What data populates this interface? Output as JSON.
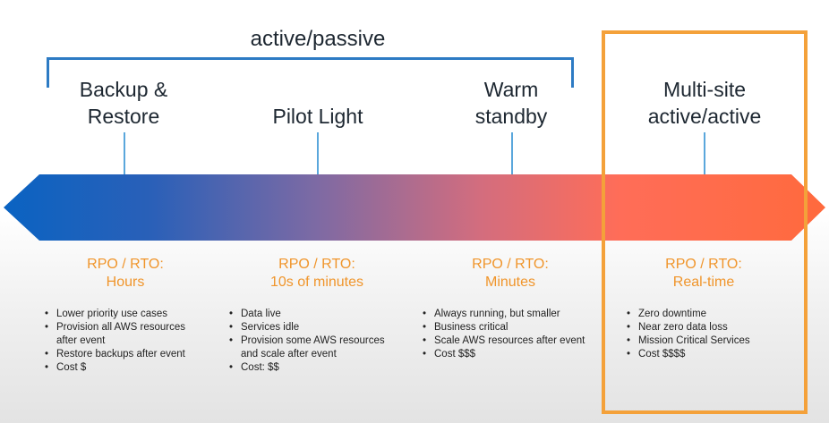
{
  "group_label": "active/passive",
  "strategies": [
    {
      "name_line1": "Backup &",
      "name_line2": "Restore",
      "rpo_label": "RPO / RTO:",
      "rpo_value": "Hours",
      "bullets": [
        "Lower priority use cases",
        "Provision all AWS resources",
        "after event",
        "Restore backups after event",
        "Cost $"
      ],
      "bullet_types": [
        1,
        1,
        0,
        1,
        1
      ]
    },
    {
      "name_line1": "Pilot Light",
      "name_line2": "",
      "rpo_label": "RPO / RTO:",
      "rpo_value": "10s of minutes",
      "bullets": [
        "Data live",
        "Services idle",
        "Provision some AWS resources",
        "and scale after event",
        "Cost: $$"
      ],
      "bullet_types": [
        1,
        1,
        1,
        0,
        1
      ]
    },
    {
      "name_line1": "Warm",
      "name_line2": "standby",
      "rpo_label": "RPO / RTO:",
      "rpo_value": "Minutes",
      "bullets": [
        "Always running, but smaller",
        "Business critical",
        "Scale AWS resources after event",
        "Cost $$$"
      ],
      "bullet_types": [
        1,
        1,
        1,
        1
      ]
    },
    {
      "name_line1": "Multi-site",
      "name_line2": "active/active",
      "rpo_label": "RPO / RTO:",
      "rpo_value": "Real-time",
      "bullets": [
        "Zero downtime",
        "Near zero data loss",
        "Mission Critical Services",
        "Cost $$$$"
      ],
      "bullet_types": [
        1,
        1,
        1,
        1
      ]
    }
  ],
  "colors": {
    "arrow_start": "#0a63c2",
    "arrow_mid": "#a06a98",
    "arrow_end": "#ff6a3d",
    "rpo": "#f0952b",
    "highlight": "#f4a13a",
    "bracket": "#2d7bc4"
  }
}
